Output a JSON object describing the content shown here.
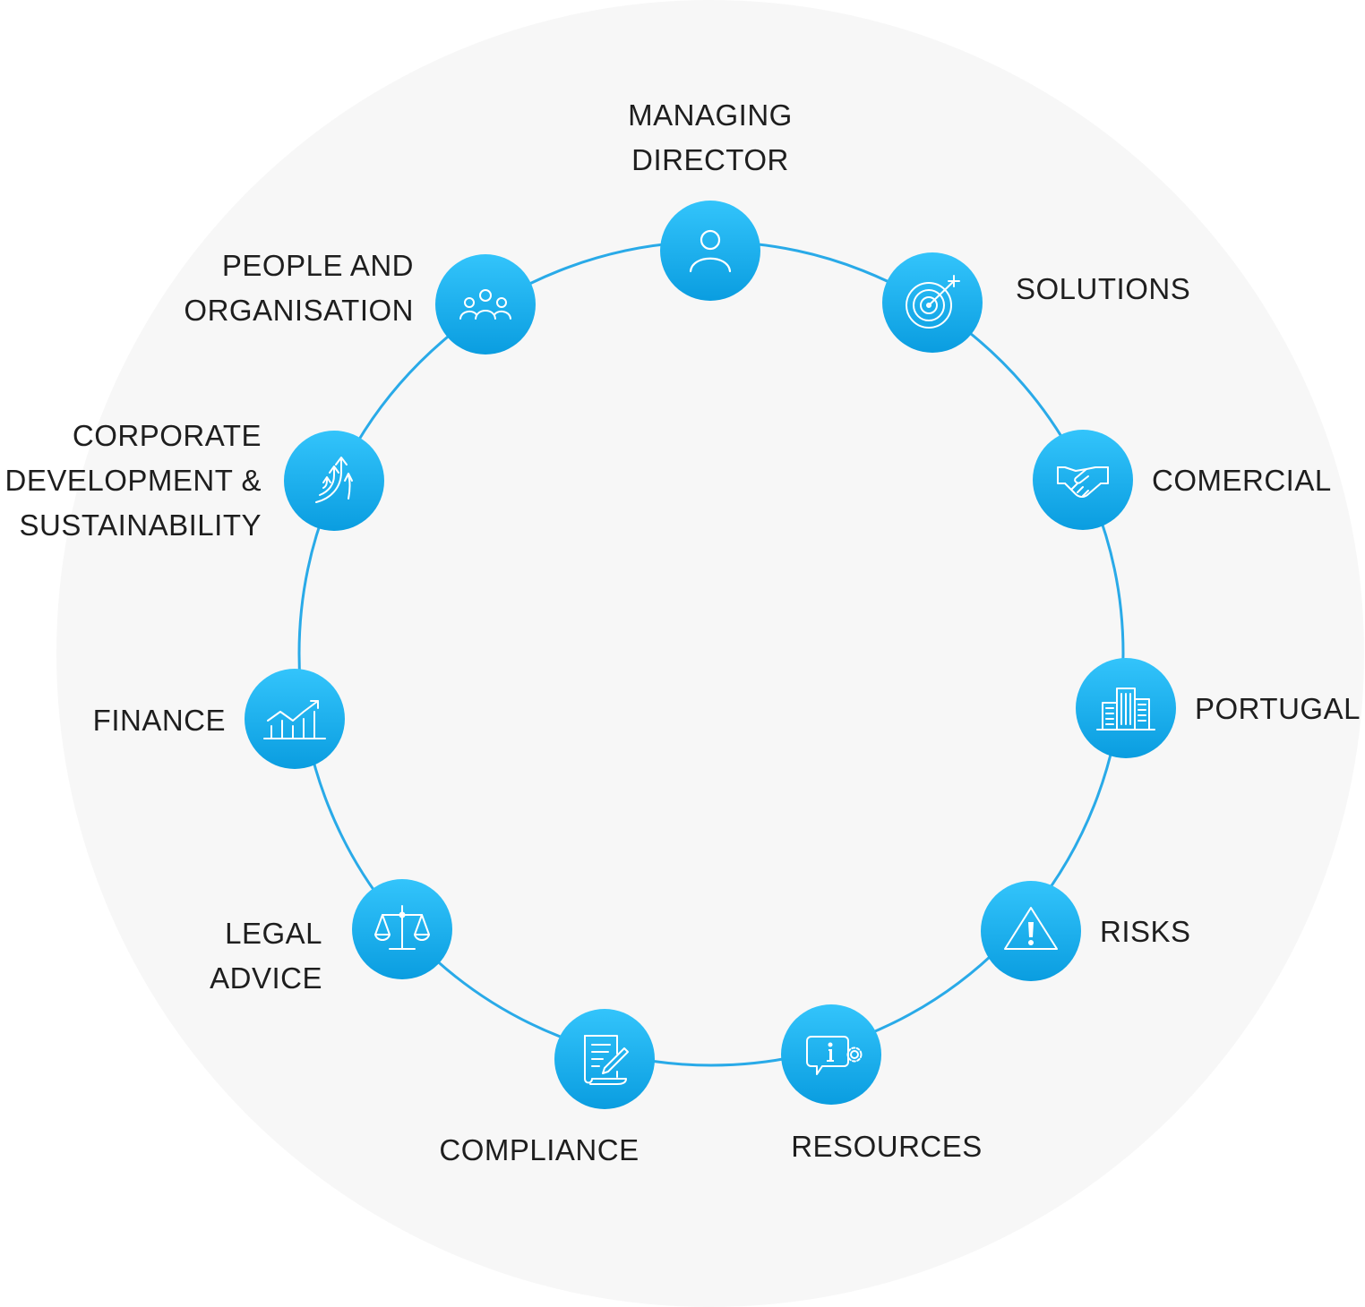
{
  "colors": {
    "background_disc": "#f7f7f7",
    "ring": "#29aae8",
    "node_gradient_top": "#33c4fb",
    "node_gradient_bottom": "#0a9de0",
    "icon_stroke": "#ffffff",
    "label_text": "#1e1e1e"
  },
  "nodes": [
    {
      "id": "managing-director",
      "icon": "person-icon",
      "label_lines": [
        "MANAGING",
        "DIRECTOR"
      ]
    },
    {
      "id": "solutions",
      "icon": "target-icon",
      "label_lines": [
        "SOLUTIONS"
      ]
    },
    {
      "id": "comercial",
      "icon": "handshake-icon",
      "label_lines": [
        "COMERCIAL"
      ]
    },
    {
      "id": "portugal",
      "icon": "buildings-icon",
      "label_lines": [
        "PORTUGAL"
      ]
    },
    {
      "id": "risks",
      "icon": "warning-icon",
      "label_lines": [
        "RISKS"
      ]
    },
    {
      "id": "resources",
      "icon": "info-chat-icon",
      "label_lines": [
        "RESOURCES"
      ]
    },
    {
      "id": "compliance",
      "icon": "document-pen-icon",
      "label_lines": [
        "COMPLIANCE"
      ]
    },
    {
      "id": "legal-advice",
      "icon": "scales-icon",
      "label_lines": [
        "LEGAL",
        "ADVICE"
      ]
    },
    {
      "id": "finance",
      "icon": "growth-chart-icon",
      "label_lines": [
        "FINANCE"
      ]
    },
    {
      "id": "corporate-development",
      "icon": "rising-arrows-icon",
      "label_lines": [
        "CORPORATE",
        "DEVELOPMENT &",
        "SUSTAINABILITY"
      ]
    },
    {
      "id": "people-organisation",
      "icon": "team-icon",
      "label_lines": [
        "PEOPLE AND",
        "ORGANISATION"
      ]
    }
  ]
}
